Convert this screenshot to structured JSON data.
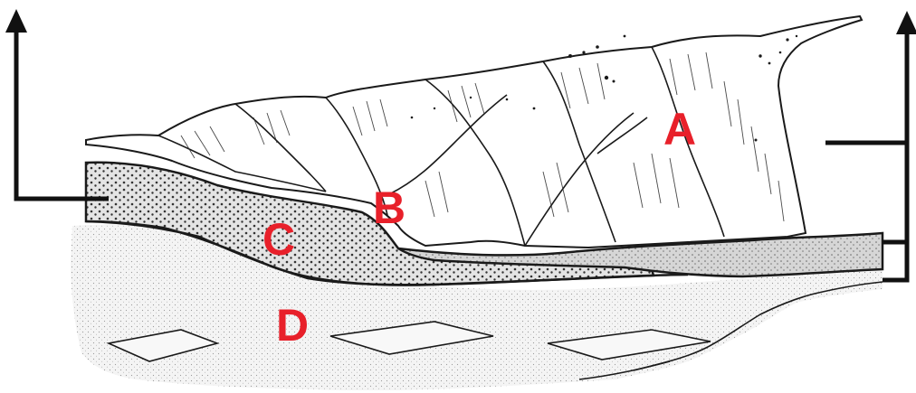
{
  "diagram": {
    "labels": {
      "a": "A",
      "b": "B",
      "c": "C",
      "d": "D"
    },
    "colors": {
      "label": "#e8202a",
      "ink": "#1a1a1a",
      "bracket": "#111111",
      "stipple_light": "#f2f2f2",
      "stipple_dark": "#d9d9d9"
    }
  }
}
